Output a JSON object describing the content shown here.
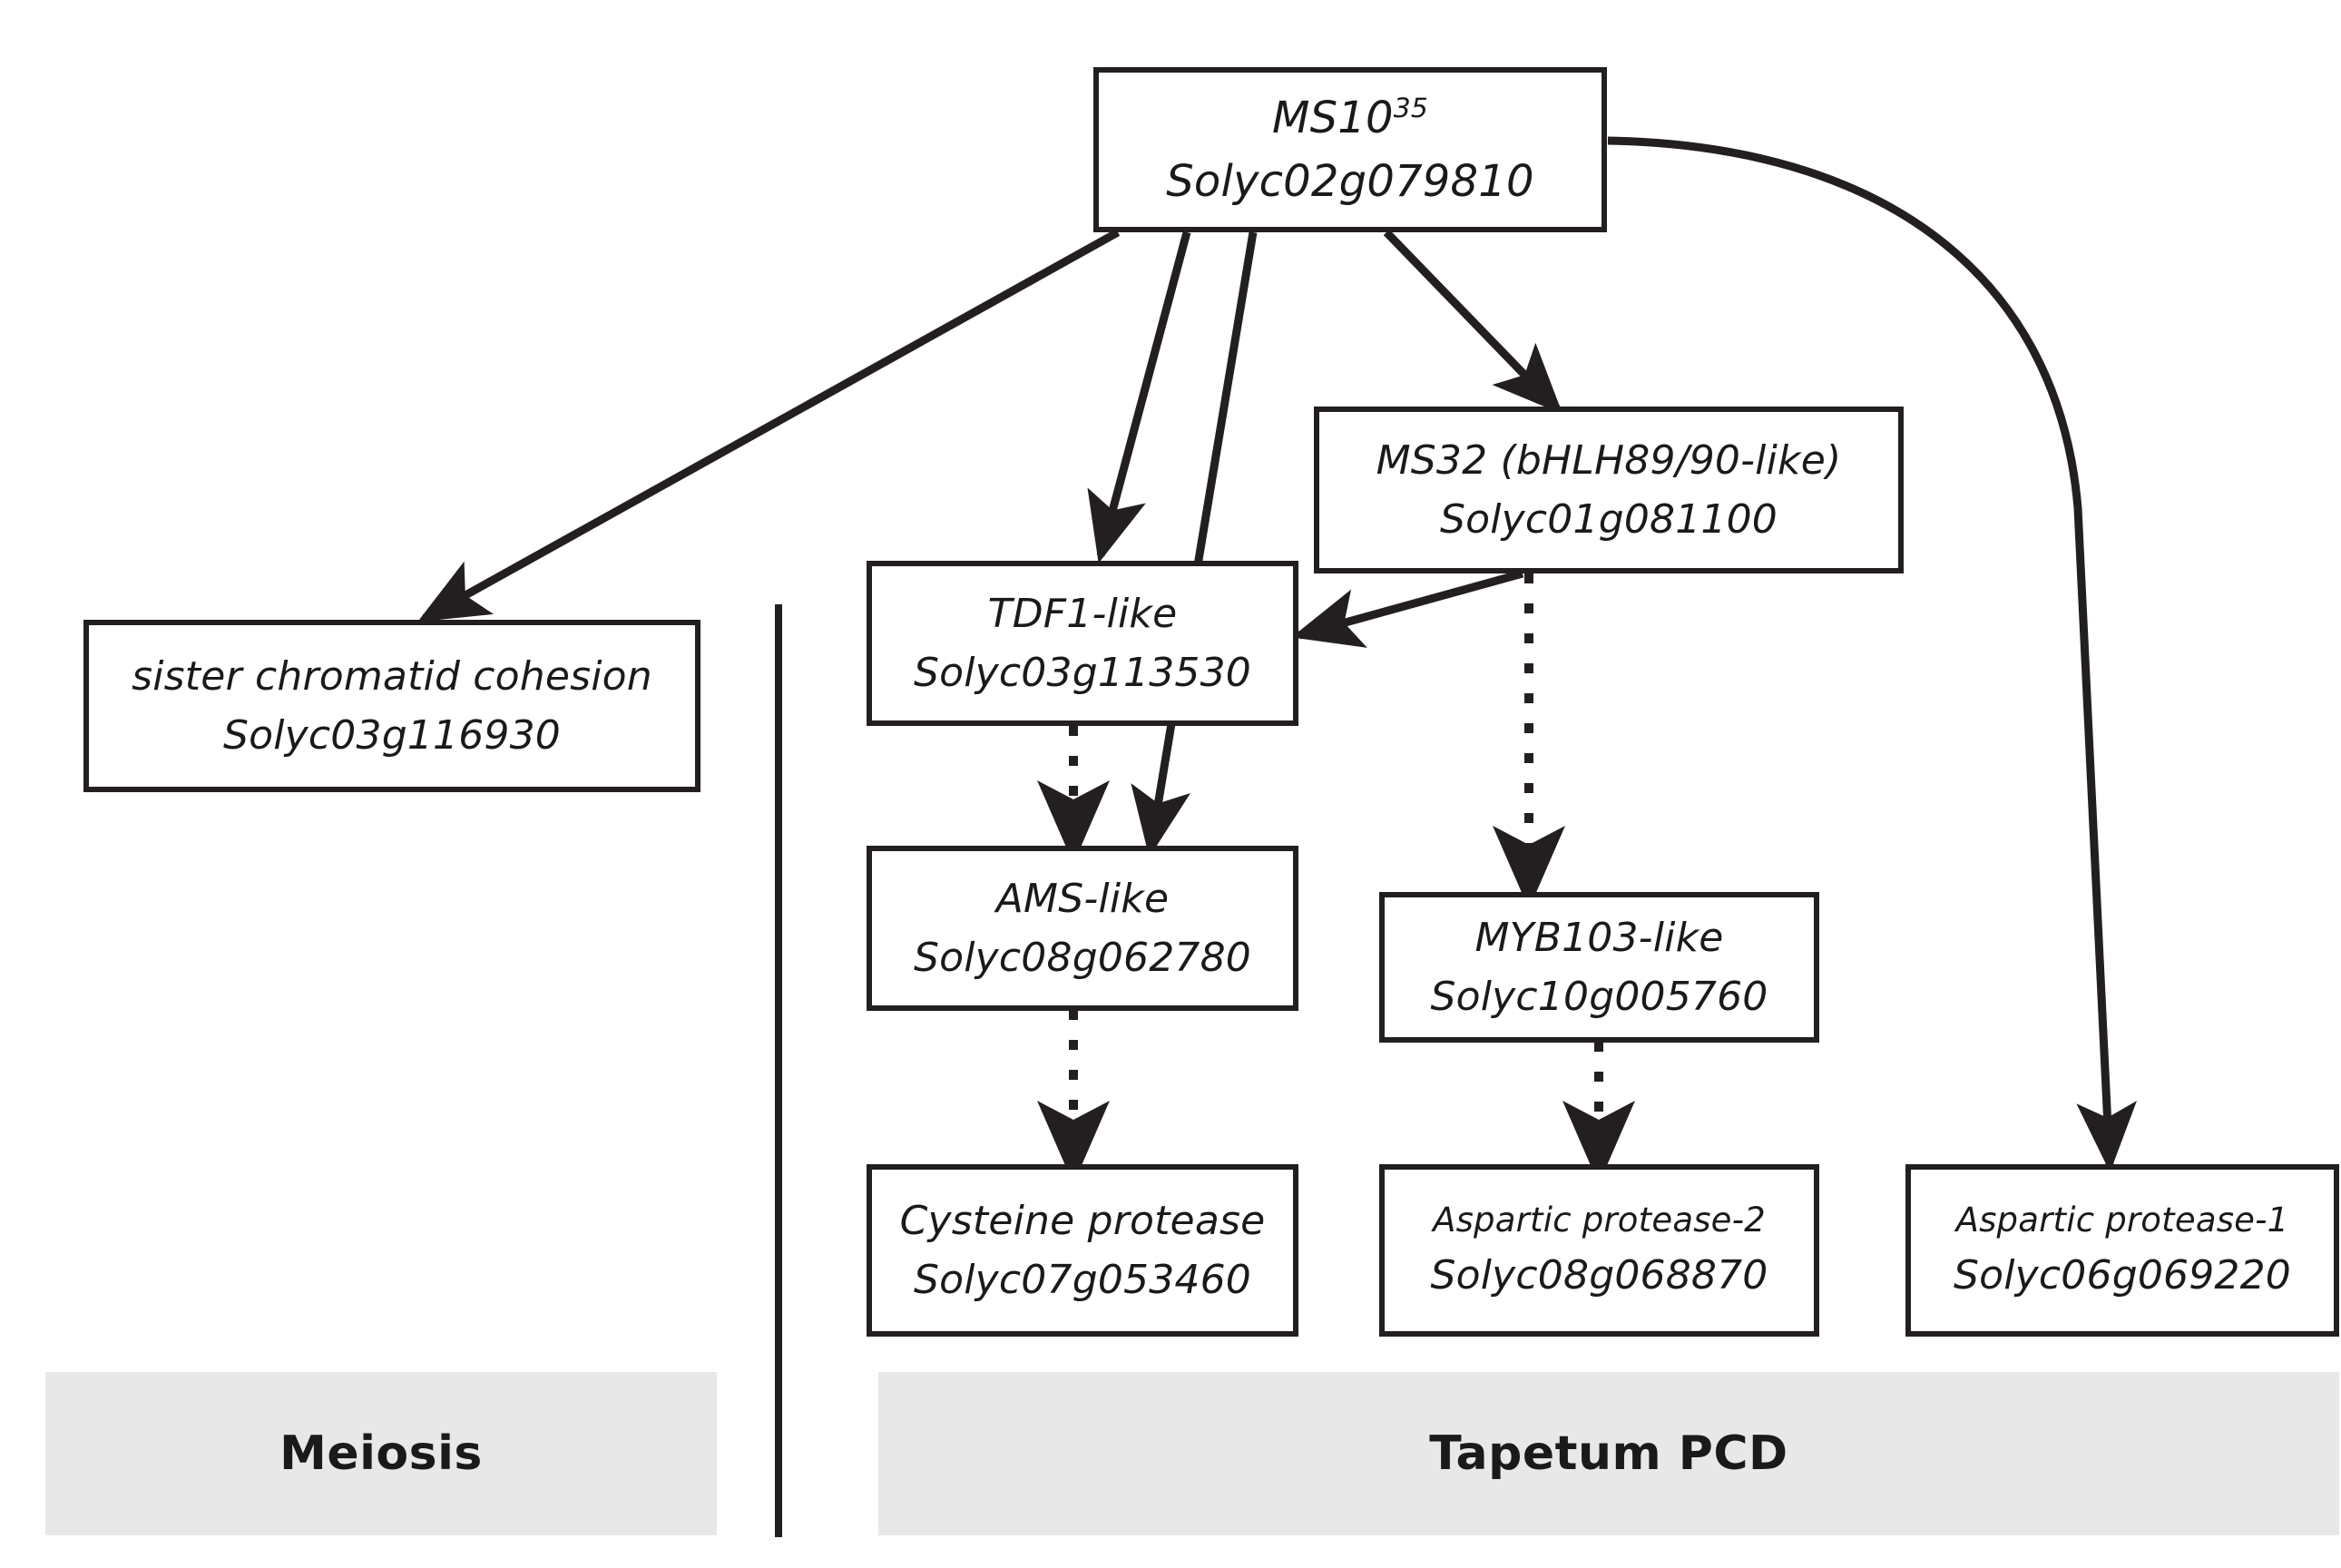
{
  "figure": {
    "type": "pathway-diagram",
    "title": "MS10 35 regulatory network controlling meiosis and tapetum PCD"
  },
  "nodes": {
    "ms10": {
      "gene_label": "MS10",
      "superscript": "35",
      "accession": "Solyc02g079810"
    },
    "sister_chromatid": {
      "gene_label": "sister chromatid cohesion",
      "accession": "Solyc03g116930"
    },
    "ms32": {
      "gene_label": "MS32 (bHLH89/90-like)",
      "accession": "Solyc01g081100"
    },
    "tdf1": {
      "gene_label": "TDF1-like",
      "accession": "Solyc03g113530"
    },
    "ams": {
      "gene_label": "AMS-like",
      "accession": "Solyc08g062780"
    },
    "myb103": {
      "gene_label": "MYB103-like",
      "accession": "Solyc10g005760"
    },
    "cysteine_protease": {
      "gene_label": "Cysteine protease",
      "accession": "Solyc07g053460"
    },
    "aspartic_protease_2": {
      "gene_label": "Aspartic protease-2",
      "accession": "Solyc08g068870"
    },
    "aspartic_protease_1": {
      "gene_label": "Aspartic protease-1",
      "accession": "Solyc06g069220"
    }
  },
  "bands": {
    "meiosis": "Meiosis",
    "tapetum_pcd": "Tapetum PCD"
  },
  "edges": [
    {
      "id": "ms10-to-sister-chromatid",
      "from": "ms10",
      "to": "sister_chromatid",
      "style": "solid",
      "arrow": "single"
    },
    {
      "id": "ms10-to-tdf1",
      "from": "ms10",
      "to": "tdf1",
      "style": "solid",
      "arrow": "single"
    },
    {
      "id": "ms10-to-ams",
      "from": "ms10",
      "to": "ams",
      "style": "solid",
      "arrow": "single"
    },
    {
      "id": "ms10-to-ms32",
      "from": "ms10",
      "to": "ms32",
      "style": "solid",
      "arrow": "single"
    },
    {
      "id": "ms10-to-aspartic-protease-1",
      "from": "ms10",
      "to": "aspartic_protease_1",
      "style": "solid-curved",
      "arrow": "single"
    },
    {
      "id": "ms32-to-tdf1",
      "from": "ms32",
      "to": "tdf1",
      "style": "solid",
      "arrow": "single"
    },
    {
      "id": "ms32-to-myb103",
      "from": "ms32",
      "to": "myb103",
      "style": "dotted",
      "arrow": "single"
    },
    {
      "id": "tdf1-to-ams",
      "from": "tdf1",
      "to": "ams",
      "style": "dotted",
      "arrow": "single"
    },
    {
      "id": "ams-to-cysteine-protease",
      "from": "ams",
      "to": "cysteine_protease",
      "style": "dotted",
      "arrow": "single"
    },
    {
      "id": "myb103-to-aspartic-protease-2",
      "from": "myb103",
      "to": "aspartic_protease_2",
      "style": "dotted",
      "arrow": "single"
    }
  ],
  "colors": {
    "stroke": "#231f20",
    "band_background": "#e8e8e8",
    "node_background": "#ffffff",
    "text": "#1a1a1a"
  }
}
